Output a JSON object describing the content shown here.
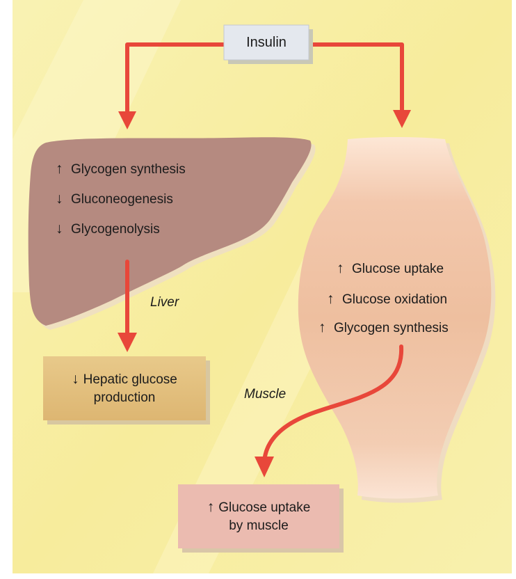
{
  "hormone": "Insulin",
  "liver": {
    "name": "Liver",
    "effects": [
      {
        "arrow": "↑",
        "text": "Glycogen synthesis"
      },
      {
        "arrow": "↓",
        "text": "Gluconeogenesis"
      },
      {
        "arrow": "↓",
        "text": "Glycogenolysis"
      }
    ],
    "outcome": {
      "arrow": "↓",
      "line1": "Hepatic glucose",
      "line2": "production"
    }
  },
  "muscle": {
    "name": "Muscle",
    "effects": [
      {
        "arrow": "↑",
        "text": "Glucose uptake"
      },
      {
        "arrow": "↑",
        "text": "Glucose oxidation"
      },
      {
        "arrow": "↑",
        "text": "Glycogen synthesis"
      }
    ],
    "outcome": {
      "arrow": "↑",
      "line1": "Glucose uptake",
      "line2": "by muscle"
    }
  },
  "colors": {
    "background": "#f8f0a6",
    "arrow": "#e8473a",
    "liver_fill": "#b58a80",
    "muscle_fill": "#f0c8ad",
    "liver_box": "#e3c07e",
    "muscle_box": "#ebbbb0",
    "insulin_box": "#e4e8ee"
  }
}
